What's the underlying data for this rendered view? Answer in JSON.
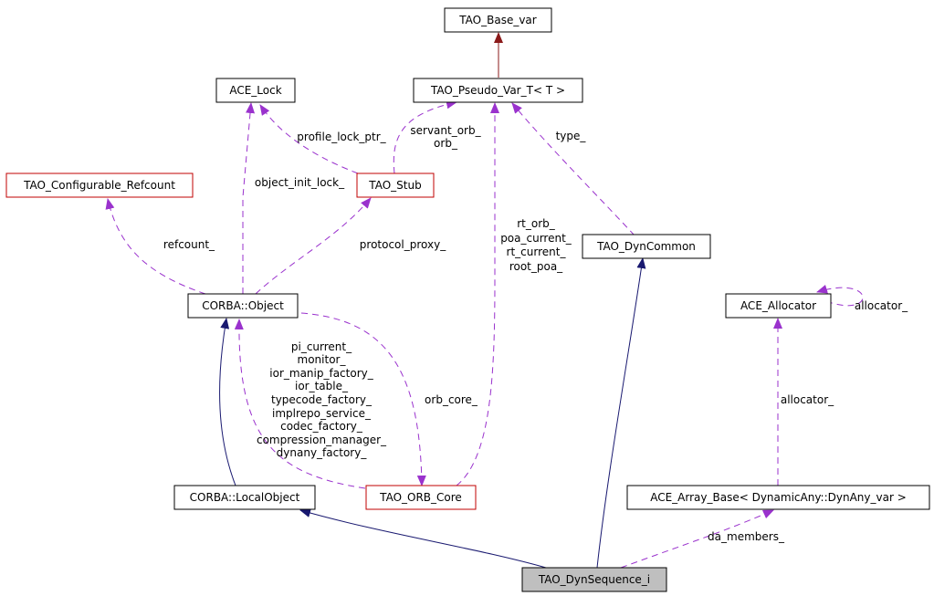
{
  "colors": {
    "inheritance": "#191970",
    "usage": "#9a32cd",
    "template": "#8b1a1a",
    "normal_border": "#000000",
    "truncated_border": "#c00000",
    "focus_fill": "#bfbfbf"
  },
  "nodes": {
    "base_var": "TAO_Base_var",
    "pseudo_var": "TAO_Pseudo_Var_T< T >",
    "ace_lock": "ACE_Lock",
    "refcount_cls": "TAO_Configurable_Refcount",
    "stub": "TAO_Stub",
    "dyncommon": "TAO_DynCommon",
    "allocator": "ACE_Allocator",
    "corba_object": "CORBA::Object",
    "local_object": "CORBA::LocalObject",
    "orb_core": "TAO_ORB_Core",
    "array_base": "ACE_Array_Base< DynamicAny::DynAny_var >",
    "dynseq": "TAO_DynSequence_i"
  },
  "edge_labels": {
    "profile_lock": "profile_lock_ptr_",
    "servant_orb": [
      "servant_orb_",
      "orb_"
    ],
    "type": "type_",
    "object_init_lock": "object_init_lock_",
    "rt": [
      "rt_orb_",
      "poa_current_",
      "rt_current_",
      "root_poa_"
    ],
    "refcount": "refcount_",
    "protocol_proxy": "protocol_proxy_",
    "allocator_self": "allocator_",
    "allocator": "allocator_",
    "orb_core_members": [
      "pi_current_",
      "monitor_",
      "ior_manip_factory_",
      "ior_table_",
      "typecode_factory_",
      "implrepo_service_",
      "codec_factory_",
      "compression_manager_",
      "dynany_factory_"
    ],
    "orb_core": "orb_core_",
    "da_members": "da_members_"
  }
}
